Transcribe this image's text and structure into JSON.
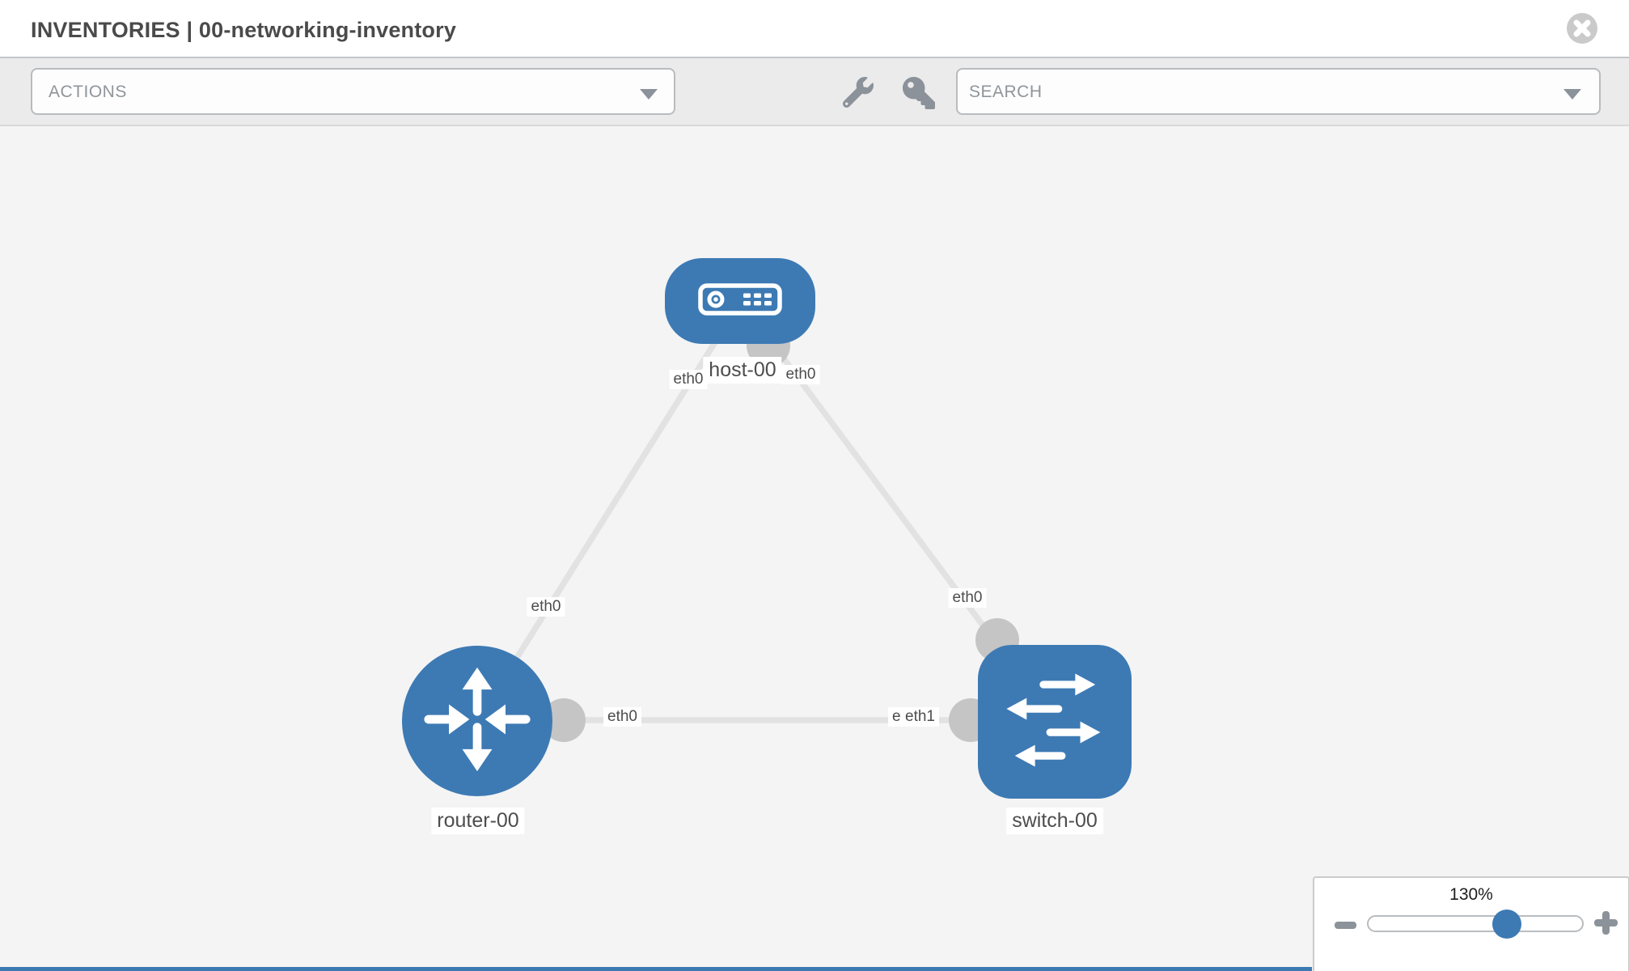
{
  "header": {
    "title": "INVENTORIES | 00-networking-inventory"
  },
  "toolbar": {
    "actions": {
      "label": "ACTIONS"
    },
    "search": {
      "placeholder": "SEARCH"
    },
    "tools": [
      {
        "icon": "wrench"
      },
      {
        "icon": "key"
      }
    ]
  },
  "topology": {
    "nodes": [
      {
        "name": "host-00",
        "type": "host"
      },
      {
        "name": "router-00",
        "type": "router"
      },
      {
        "name": "switch-00",
        "type": "switch"
      }
    ],
    "links": [
      {
        "from": "router-00",
        "to": "host-00",
        "labels": [
          "eth0",
          "eth0"
        ]
      },
      {
        "from": "host-00",
        "to": "switch-00",
        "labels": [
          "eth0",
          "eth0"
        ]
      },
      {
        "from": "router-00",
        "to": "switch-00",
        "labels": [
          "eth0",
          "eth0",
          "eth1"
        ]
      }
    ]
  },
  "zoom_control": {
    "level": "130%"
  },
  "colors": {
    "node_blue": "#3d7ab4",
    "link_gray": "#e2e2e2",
    "connector_gray": "#c5c5c5",
    "icon_gray": "#8b9299"
  }
}
